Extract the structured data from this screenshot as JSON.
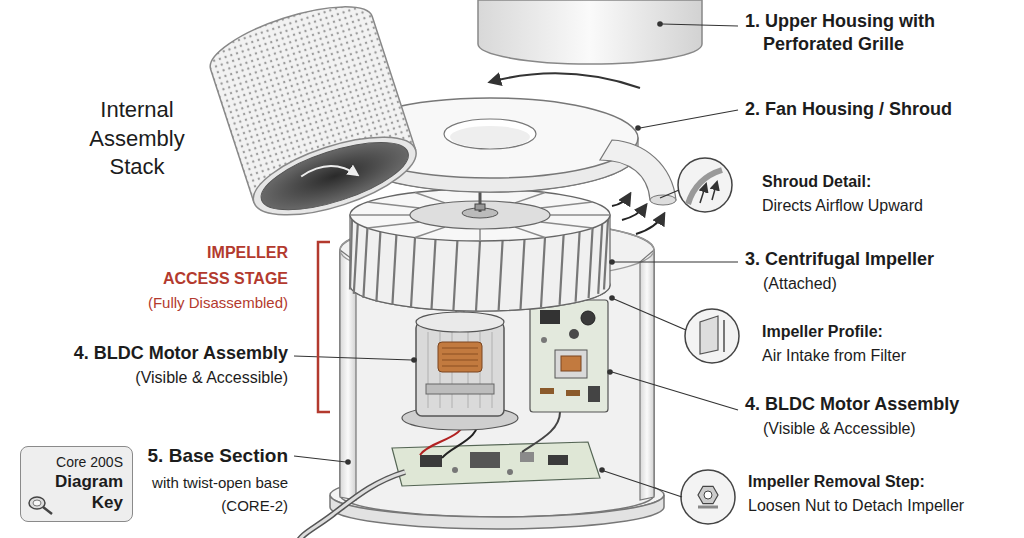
{
  "diagram": {
    "nodes": [
      {
        "text": [
          "Core 200S",
          "Diagram Key"
        ]
      }
    ],
    "labels": [
      "1. Upper Housing with Perforated Grille",
      "Internal Assembly Stack",
      "2. Fan Housing / Shroud",
      "Shroud Detail:",
      "Directs Airflow Upward",
      "IMPELLER ACCESS STAGE",
      "(Fully Disassembled)",
      "3. Centrifugal Impeller",
      "(Attached)",
      "Impeller Profile:",
      "Air Intake from Filter",
      "4. BLDC Motor Assembly",
      "(Visible & Accessible)",
      "4. BLDC Motor Assembly",
      "(Visible & Accessible)",
      "5. Base Section",
      "with twist-open base (CORE-2)",
      "Impeller Removal Step:",
      "Loosen Nut to Detach Impeller"
    ]
  }
}
